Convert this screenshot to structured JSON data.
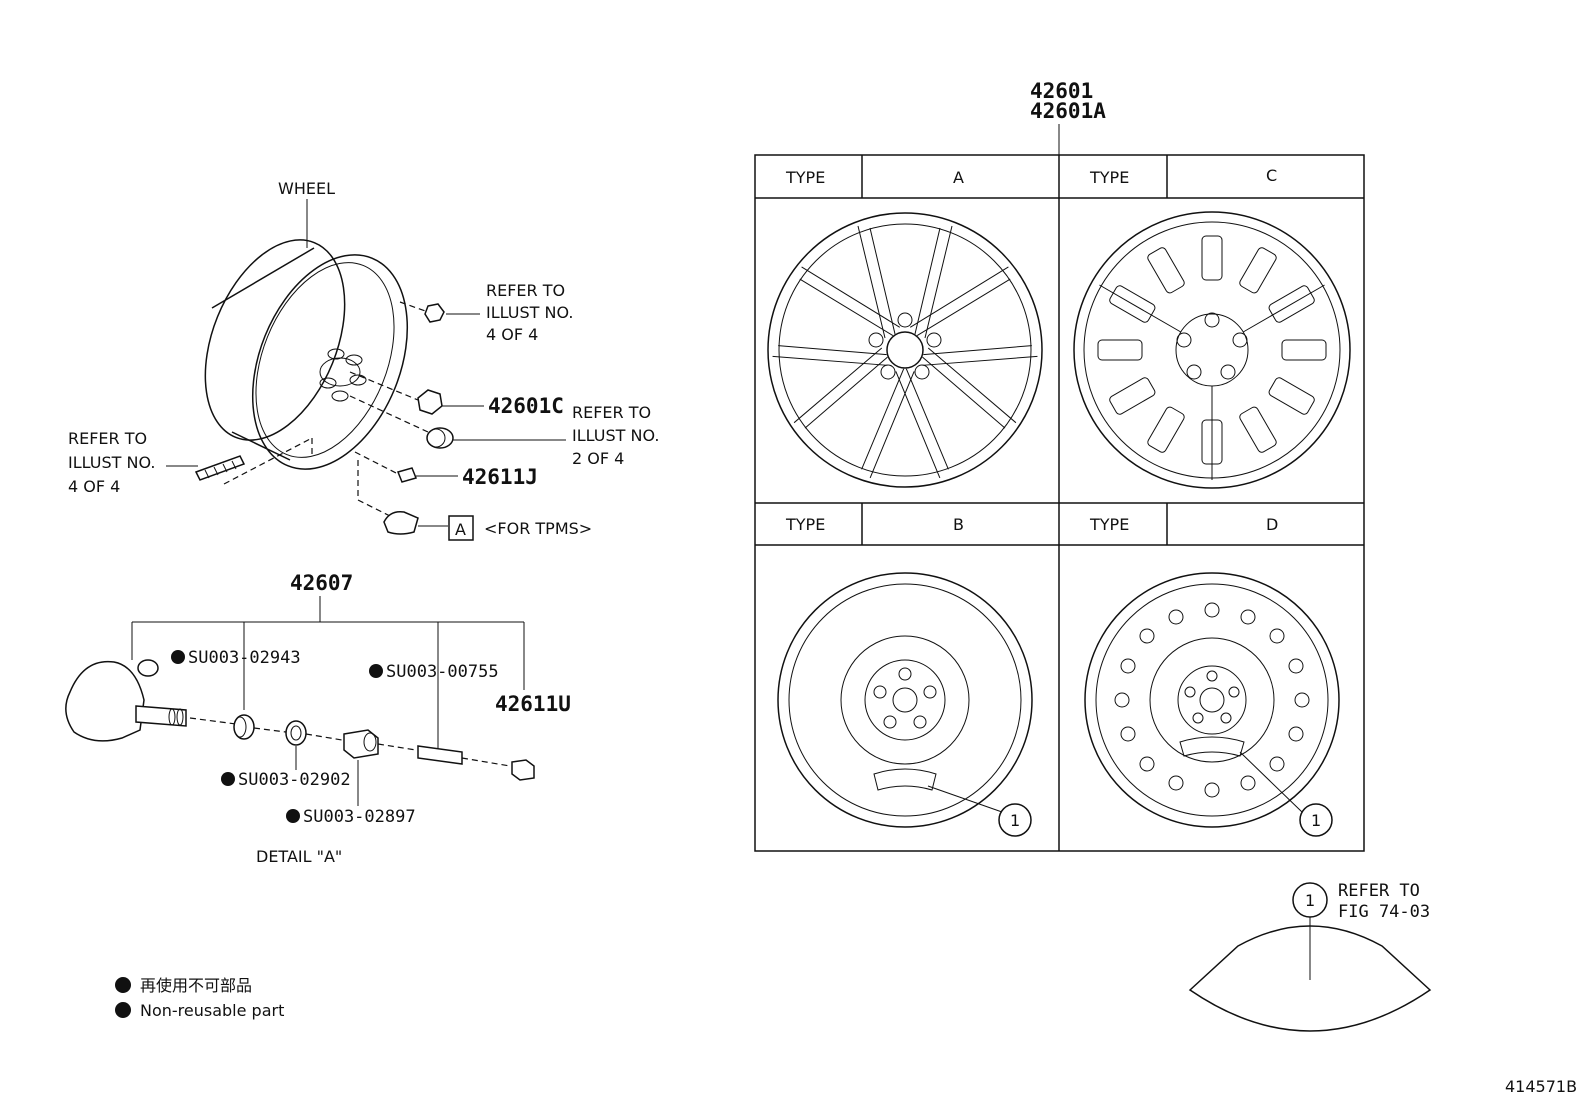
{
  "left": {
    "wheel_label": "WHEEL",
    "refer_top": [
      "REFER TO",
      "ILLUST NO.",
      "4 OF 4"
    ],
    "refer_mid": [
      "REFER TO",
      "ILLUST NO.",
      "2 OF 4"
    ],
    "refer_left": [
      "REFER TO",
      "ILLUST NO.",
      "4 OF 4"
    ],
    "part_42601c": "42601C",
    "part_42611j": "42611J",
    "detail_box": "A",
    "for_tpms": "<FOR TPMS>",
    "part_42607": "42607",
    "part_42611u": "42611U",
    "su_02943": "SU003-02943",
    "su_00755": "SU003-00755",
    "su_02902": "SU003-02902",
    "su_02897": "SU003-02897",
    "detail_caption": "DETAIL \"A\"",
    "legend_jp": "再使用不可部品",
    "legend_en": "Non-reusable part"
  },
  "right": {
    "part_top1": "42601",
    "part_top2": "42601A",
    "type_label": "TYPE",
    "types": [
      "A",
      "C",
      "B",
      "D"
    ],
    "callout": "1",
    "refer_fig": [
      "REFER TO",
      "FIG 74-03"
    ]
  },
  "footer": {
    "code": "414571B"
  }
}
